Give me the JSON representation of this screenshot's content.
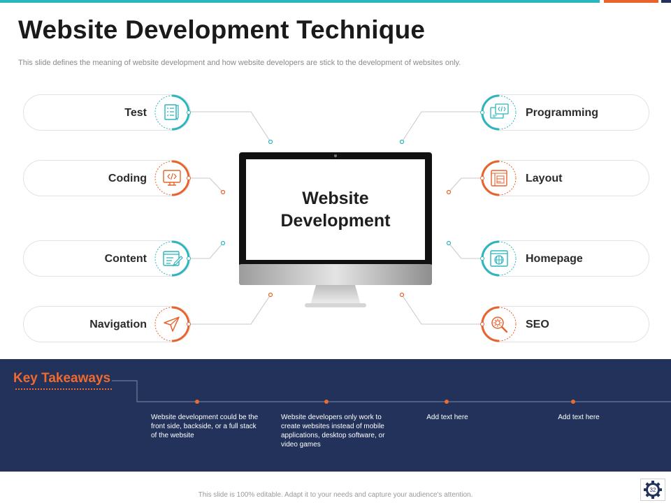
{
  "colors": {
    "teal": "#2bb5bd",
    "orange": "#e8622c",
    "navy": "#22325a"
  },
  "title": "Website Development Technique",
  "subtitle": "This slide defines the meaning of website development and how website developers are stick to the development of websites only.",
  "center": {
    "line1": "Website",
    "line2": "Development"
  },
  "left_items": [
    {
      "label": "Test",
      "icon": "checklist-icon",
      "color": "teal"
    },
    {
      "label": "Coding",
      "icon": "code-monitor-icon",
      "color": "orange"
    },
    {
      "label": "Content",
      "icon": "document-edit-icon",
      "color": "teal"
    },
    {
      "label": "Navigation",
      "icon": "navigation-arrow-icon",
      "color": "orange"
    }
  ],
  "right_items": [
    {
      "label": "Programming",
      "icon": "code-window-icon",
      "color": "teal"
    },
    {
      "label": "Layout",
      "icon": "layout-icon",
      "color": "orange"
    },
    {
      "label": "Homepage",
      "icon": "globe-browser-icon",
      "color": "teal"
    },
    {
      "label": "SEO",
      "icon": "seo-magnifier-icon",
      "color": "orange"
    }
  ],
  "takeaways": {
    "title": "Key Takeaways",
    "items": [
      "Website development could be the front side, backside, or a full stack of the website",
      "Website developers only work to create websites instead of mobile applications, desktop software, or video games",
      "Add text here",
      "Add text here"
    ]
  },
  "footer": "This slide is 100% editable. Adapt it to your needs and capture your audience's attention.",
  "page_number": "32"
}
